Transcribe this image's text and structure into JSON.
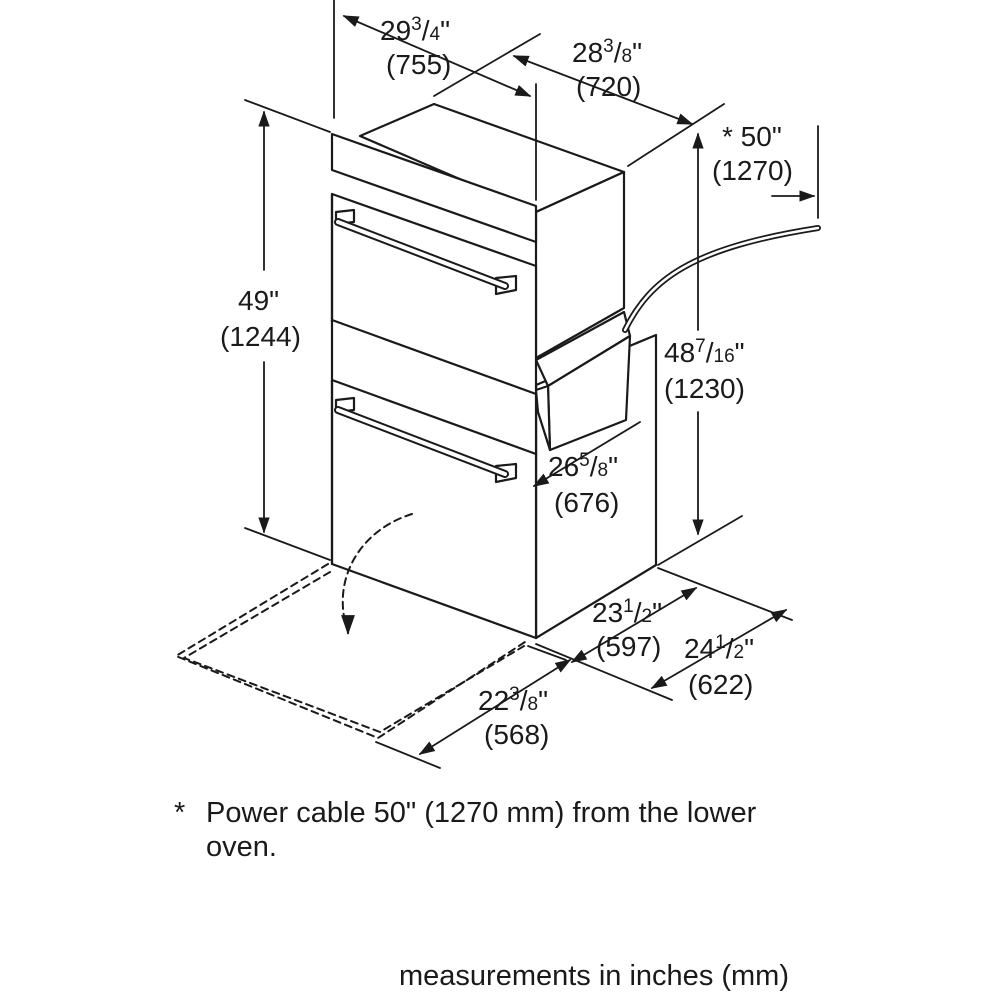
{
  "dimensions": {
    "total_width": {
      "whole": "29",
      "num": "3",
      "den": "4",
      "mm": "(755)"
    },
    "depth_top": {
      "whole": "28",
      "num": "3",
      "den": "8",
      "mm": "(720)"
    },
    "cable": {
      "label": "* 50\"",
      "mm": "(1270)"
    },
    "total_height": {
      "whole": "49\"",
      "mm": "(1244)"
    },
    "cutout_height": {
      "whole": "48",
      "num": "7",
      "den": "16",
      "mm": "(1230)"
    },
    "inner_depth": {
      "whole": "26",
      "num": "5",
      "den": "8",
      "mm": "(676)"
    },
    "cutout_width": {
      "whole": "23",
      "num": "1",
      "den": "2",
      "mm": "(597)"
    },
    "cutout_depth": {
      "whole": "24",
      "num": "1",
      "den": "2",
      "mm": "(622)"
    },
    "door_swing": {
      "whole": "22",
      "num": "3",
      "den": "8",
      "mm": "(568)"
    }
  },
  "note": {
    "star": "*",
    "text": "Power cable 50\" (1270 mm) from the lower oven."
  },
  "footer": "measurements in inches (mm)"
}
